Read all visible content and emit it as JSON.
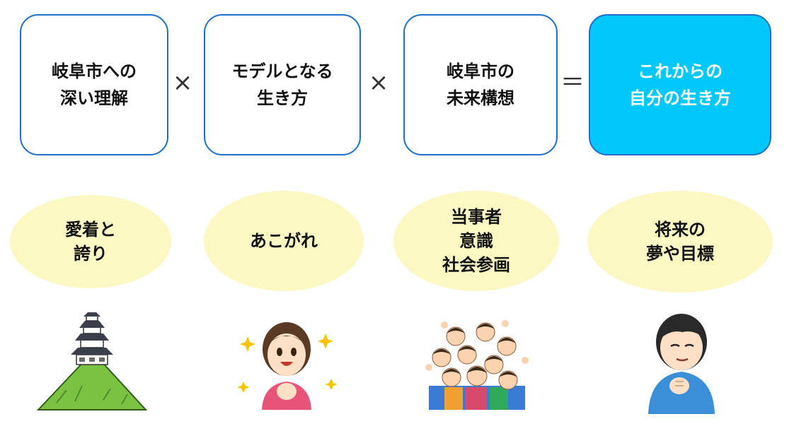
{
  "formula": {
    "boxes": [
      {
        "label": "岐阜市への\n深い理解"
      },
      {
        "label": "モデルとなる\n生き方"
      },
      {
        "label": "岐阜市の\n未来構想"
      },
      {
        "label": "これからの\n自分の生き方"
      }
    ],
    "operators": [
      "×",
      "×",
      "＝"
    ]
  },
  "values": [
    {
      "label": "愛着と\n誇り",
      "icon": "castle-on-hill-icon"
    },
    {
      "label": "あこがれ",
      "icon": "admiring-girl-icon"
    },
    {
      "label": "当事者\n意識\n社会参画",
      "icon": "cheering-crowd-icon"
    },
    {
      "label": "将来の\n夢や目標",
      "icon": "determined-boy-icon"
    }
  ],
  "colors": {
    "box_border": "#1f6fc8",
    "result_fill": "#00c8fb",
    "ellipse_fill": "#fcf8c4"
  }
}
